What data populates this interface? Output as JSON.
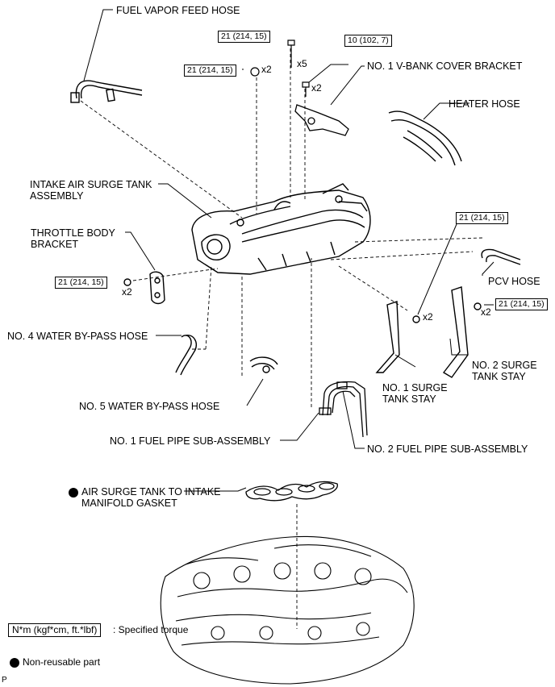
{
  "labels": {
    "fuel_vapor_feed_hose": "FUEL VAPOR FEED HOSE",
    "no1_vbank_cover_bracket": "NO. 1 V-BANK COVER BRACKET",
    "heater_hose": "HEATER HOSE",
    "intake_air_surge_tank_line1": "INTAKE AIR SURGE TANK",
    "intake_air_surge_tank_line2": "ASSEMBLY",
    "throttle_body_bracket_line1": "THROTTLE BODY",
    "throttle_body_bracket_line2": "BRACKET",
    "pcv_hose": "PCV HOSE",
    "no4_water_bypass_hose": "NO. 4 WATER BY-PASS HOSE",
    "no2_surge_tank_stay_line1": "NO. 2 SURGE",
    "no2_surge_tank_stay_line2": "TANK STAY",
    "no1_surge_tank_stay_line1": "NO. 1 SURGE",
    "no1_surge_tank_stay_line2": "TANK STAY",
    "no5_water_bypass_hose": "NO. 5 WATER BY-PASS HOSE",
    "no1_fuel_pipe": "NO. 1 FUEL PIPE SUB-ASSEMBLY",
    "no2_fuel_pipe": "NO. 2 FUEL PIPE SUB-ASSEMBLY",
    "gasket_line1": "AIR SURGE TANK TO INTAKE",
    "gasket_line2": "MANIFOLD GASKET"
  },
  "torques": {
    "t_top_x5": "21 (214, 15)",
    "t_top_left_x2": "21 (214, 15)",
    "t_vbank": "10 (102, 7)",
    "t_right_stay": "21 (214, 15)",
    "t_right_x2": "21 (214, 15)",
    "t_left_bracket": "21 (214, 15)"
  },
  "multipliers": {
    "m_x5": "x5",
    "m_x2_top": "x2",
    "m_x2_vbank": "x2",
    "m_x2_left": "x2",
    "m_x2_stay": "x2",
    "m_x2_right": "x2"
  },
  "legend": {
    "torque_box": "N*m (kgf*cm, ft.*lbf)",
    "torque_desc": ": Specified torque",
    "nonreusable": "Non-reusable part"
  },
  "footer": "P"
}
